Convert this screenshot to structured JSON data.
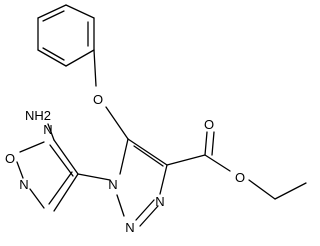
{
  "molecule": {
    "atom_labels": {
      "amino": "NH2",
      "ether_oxygen": "O",
      "carbonyl_oxygen": "O",
      "ester_oxygen": "O",
      "oxadiazole_oxygen": "O",
      "oxadiazole_n_top": "N",
      "oxadiazole_n_bottom": "N",
      "triazole_n1": "N",
      "triazole_n2": "N",
      "triazole_n3": "N"
    }
  }
}
